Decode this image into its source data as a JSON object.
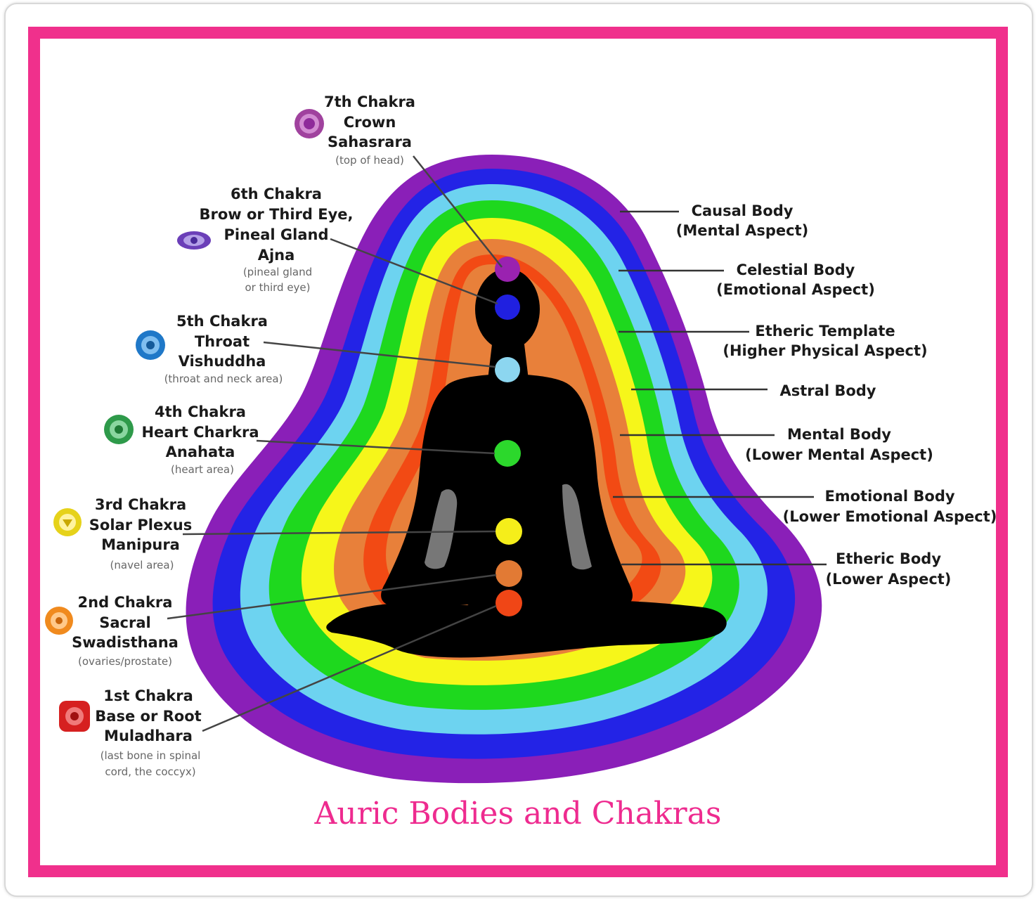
{
  "caption": "Auric Bodies and Chakras",
  "chakras": [
    {
      "icon": "crown-chakra-icon",
      "color": "#8e2a9a",
      "lines": [
        "7th Chakra",
        "Crown",
        "Sahasrara"
      ],
      "note": [
        "(top of head)"
      ]
    },
    {
      "icon": "third-eye-chakra-icon",
      "color": "#6b3fb8",
      "lines": [
        "6th Chakra",
        "Brow or Third Eye,",
        "Pineal Gland",
        "Ajna"
      ],
      "note": [
        "(pineal gland",
        "or third eye)"
      ]
    },
    {
      "icon": "throat-chakra-icon",
      "color": "#1f78c8",
      "lines": [
        "5th Chakra",
        "Throat",
        "Vishuddha"
      ],
      "note": [
        "(throat and neck area)"
      ]
    },
    {
      "icon": "heart-chakra-icon",
      "color": "#2e9a4a",
      "lines": [
        "4th Chakra",
        "Heart Charkra",
        "Anahata"
      ],
      "note": [
        "(heart area)"
      ]
    },
    {
      "icon": "solar-plexus-chakra-icon",
      "color": "#e6d21a",
      "lines": [
        "3rd Chakra",
        "Solar Plexus",
        "Manipura"
      ],
      "note": [
        "(navel area)"
      ]
    },
    {
      "icon": "sacral-chakra-icon",
      "color": "#f08a1e",
      "lines": [
        "2nd Chakra",
        "Sacral",
        "Swadisthana"
      ],
      "note": [
        "(ovaries/prostate)"
      ]
    },
    {
      "icon": "root-chakra-icon",
      "color": "#d62020",
      "lines": [
        "1st Chakra",
        "Base or Root",
        "Muladhara"
      ],
      "note": [
        "(last bone in spinal",
        "cord, the coccyx)"
      ]
    }
  ],
  "bodies": [
    {
      "lines": [
        "Causal Body",
        "(Mental Aspect)"
      ]
    },
    {
      "lines": [
        "Celestial Body",
        "(Emotional Aspect)"
      ]
    },
    {
      "lines": [
        "Etheric Template",
        "(Higher Physical Aspect)"
      ]
    },
    {
      "lines": [
        "Astral Body"
      ]
    },
    {
      "lines": [
        "Mental Body",
        "(Lower Mental Aspect)"
      ]
    },
    {
      "lines": [
        "Emotional Body",
        "(Lower Emotional Aspect)"
      ]
    },
    {
      "lines": [
        "Etheric Body",
        "(Lower Aspect)"
      ]
    }
  ],
  "colors": {
    "frame": "#f0308c",
    "caption": "#ee2b8f",
    "aura_violet": "#8a1fb8",
    "aura_blue": "#2323e6",
    "aura_lightblue": "#6dd3f0",
    "aura_green": "#1ed81e",
    "aura_yellow": "#f6f61a",
    "aura_orange": "#e8803a",
    "aura_red": "#f24a14",
    "figure": "#000000"
  }
}
